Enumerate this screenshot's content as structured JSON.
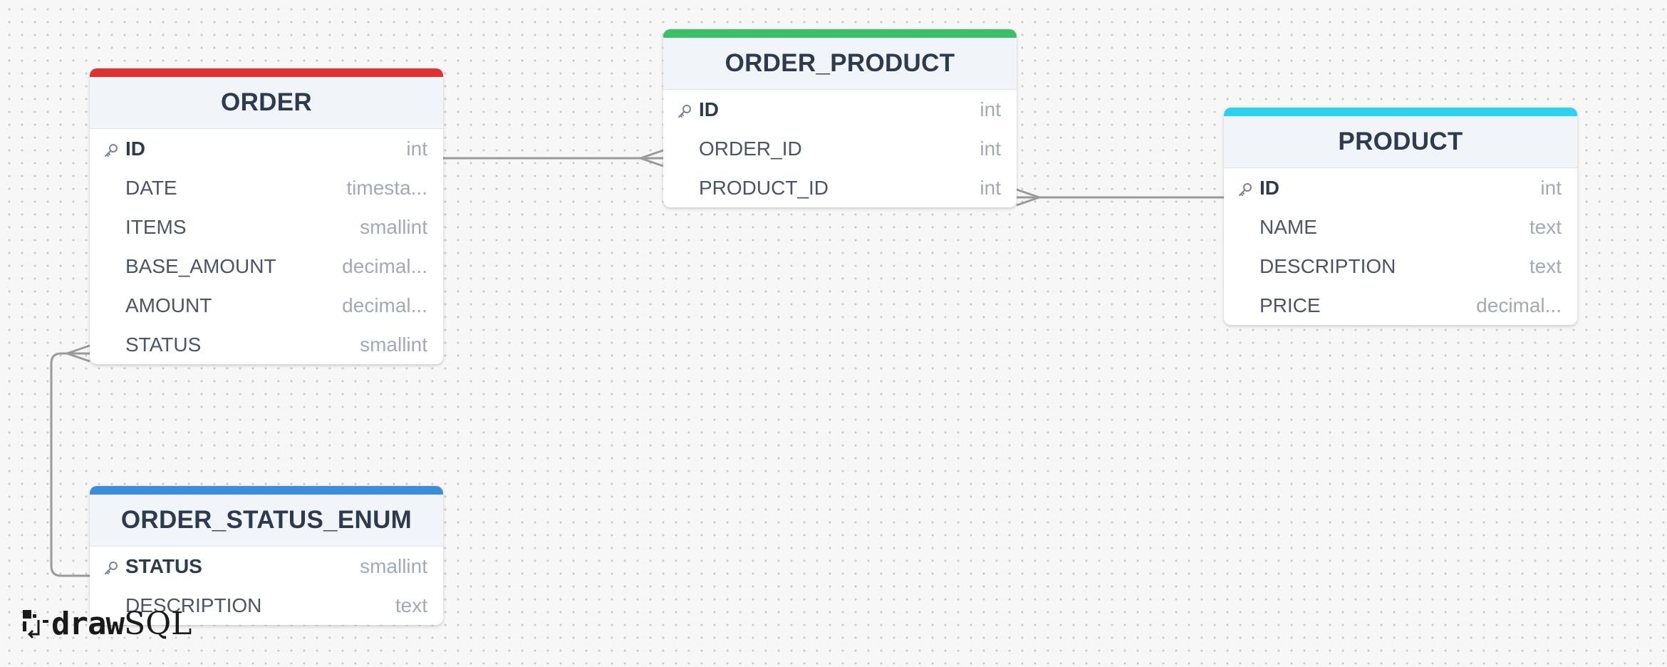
{
  "colors": {
    "order": "#dc3232",
    "order_product": "#3cbf6a",
    "product": "#2bd2ef",
    "order_status_enum": "#3d8ddb",
    "connector": "#9a9a9a"
  },
  "tables": {
    "order": {
      "name": "ORDER",
      "columns": [
        {
          "name": "ID",
          "type": "int",
          "pk": true
        },
        {
          "name": "DATE",
          "type": "timesta..."
        },
        {
          "name": "ITEMS",
          "type": "smallint"
        },
        {
          "name": "BASE_AMOUNT",
          "type": "decimal..."
        },
        {
          "name": "AMOUNT",
          "type": "decimal..."
        },
        {
          "name": "STATUS",
          "type": "smallint"
        }
      ]
    },
    "order_product": {
      "name": "ORDER_PRODUCT",
      "columns": [
        {
          "name": "ID",
          "type": "int",
          "pk": true
        },
        {
          "name": "ORDER_ID",
          "type": "int"
        },
        {
          "name": "PRODUCT_ID",
          "type": "int"
        }
      ]
    },
    "product": {
      "name": "PRODUCT",
      "columns": [
        {
          "name": "ID",
          "type": "int",
          "pk": true
        },
        {
          "name": "NAME",
          "type": "text"
        },
        {
          "name": "DESCRIPTION",
          "type": "text"
        },
        {
          "name": "PRICE",
          "type": "decimal..."
        }
      ]
    },
    "order_status_enum": {
      "name": "ORDER_STATUS_ENUM",
      "columns": [
        {
          "name": "STATUS",
          "type": "smallint",
          "pk": true
        },
        {
          "name": "DESCRIPTION",
          "type": "text"
        }
      ]
    }
  },
  "relations": [
    {
      "from": "ORDER.ID",
      "to": "ORDER_PRODUCT.ORDER_ID",
      "cardinality": "one-to-many"
    },
    {
      "from": "PRODUCT.ID",
      "to": "ORDER_PRODUCT.PRODUCT_ID",
      "cardinality": "one-to-many"
    },
    {
      "from": "ORDER_STATUS_ENUM.STATUS",
      "to": "ORDER.STATUS",
      "cardinality": "one-to-many"
    }
  ],
  "logo": {
    "part1": "draw",
    "part2": "SQL"
  }
}
